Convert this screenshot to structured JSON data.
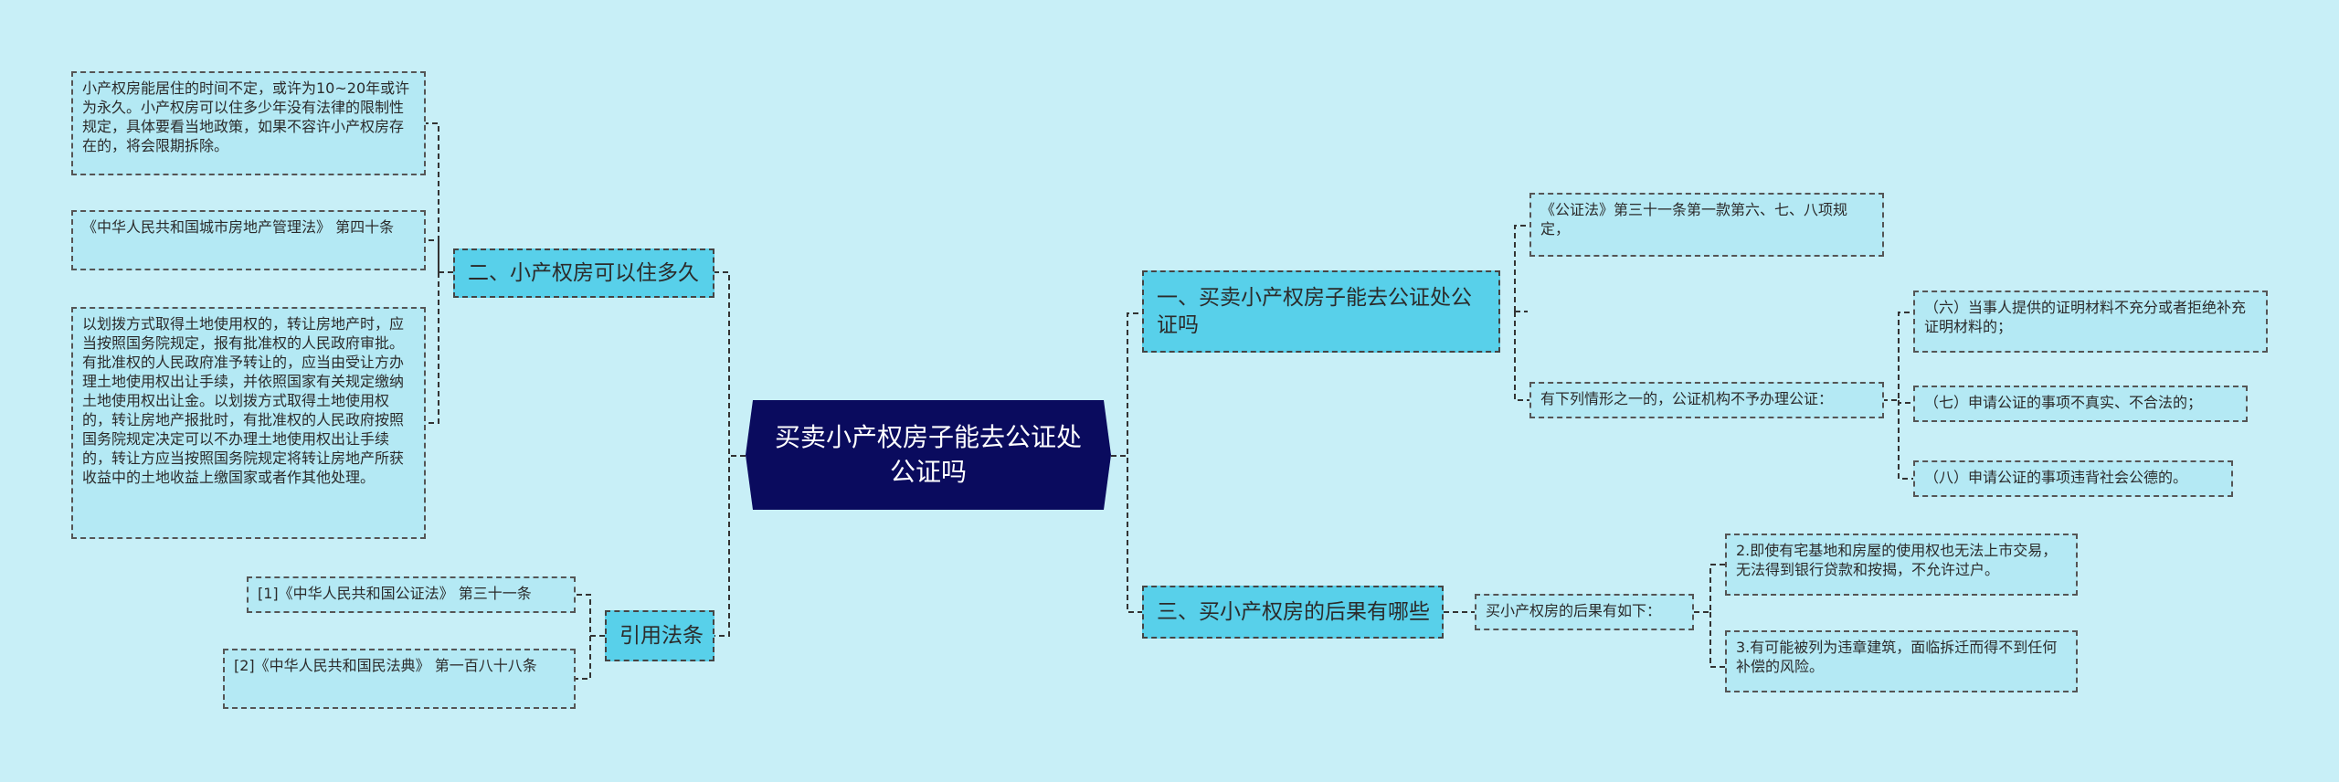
{
  "colors": {
    "background": "#c8eff7",
    "root": "#0a0b5e",
    "branch": "#58d0ea",
    "leaf": "#b4e9f4"
  },
  "root": {
    "text": "买卖小产权房子能去公证处公证吗"
  },
  "right": {
    "b1": {
      "text": "一、买卖小产权房子能去公证处公证吗",
      "children": [
        {
          "text": "《公证法》第三十一条第一款第六、七、八项规定，"
        },
        {
          "text": "有下列情形之一的，公证机构不予办理公证：",
          "children": [
            {
              "text": "（六）当事人提供的证明材料不充分或者拒绝补充证明材料的；"
            },
            {
              "text": "（七）申请公证的事项不真实、不合法的；"
            },
            {
              "text": "（八）申请公证的事项违背社会公德的。"
            }
          ]
        }
      ]
    },
    "b3": {
      "text": "三、买小产权房的后果有哪些",
      "children": [
        {
          "text": "买小产权房的后果有如下：",
          "children": [
            {
              "text": "2.即使有宅基地和房屋的使用权也无法上市交易，无法得到银行贷款和按揭，不允许过户。"
            },
            {
              "text": "3.有可能被列为违章建筑，面临拆迁而得不到任何补偿的风险。"
            }
          ]
        }
      ]
    }
  },
  "left": {
    "b2": {
      "text": "二、小产权房可以住多久",
      "children": [
        {
          "text": "小产权房能居住的时间不定，或许为10~20年或许为永久。小产权房可以住多少年没有法律的限制性规定，具体要看当地政策，如果不容许小产权房存在的，将会限期拆除。"
        },
        {
          "text": "《中华人民共和国城市房地产管理法》 第四十条"
        },
        {
          "text": "以划拨方式取得土地使用权的，转让房地产时，应当按照国务院规定，报有批准权的人民政府审批。有批准权的人民政府准予转让的，应当由受让方办理土地使用权出让手续，并依照国家有关规定缴纳土地使用权出让金。以划拨方式取得土地使用权的，转让房地产报批时，有批准权的人民政府按照国务院规定决定可以不办理土地使用权出让手续的，转让方应当按照国务院规定将转让房地产所获收益中的土地收益上缴国家或者作其他处理。"
        }
      ]
    },
    "b4": {
      "text": "引用法条",
      "children": [
        {
          "text": "[1]《中华人民共和国公证法》 第三十一条"
        },
        {
          "text": "[2]《中华人民共和国民法典》 第一百八十八条"
        }
      ]
    }
  }
}
